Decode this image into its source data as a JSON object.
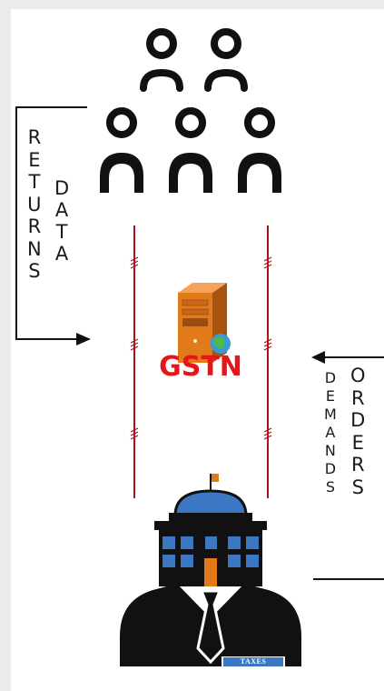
{
  "diagram": {
    "server_label": "GSTN",
    "left_flow": {
      "outer_label": "RETURNS",
      "inner_label": "DATA"
    },
    "right_flow": {
      "inner_label": "DEMANDS",
      "outer_label": "ORDERS"
    },
    "officer_badge": "TAXES",
    "colors": {
      "server_label": "#e8141b",
      "channel_lines": "#a8141b",
      "server": "#e07a1a",
      "building": "#3b77c2"
    }
  }
}
